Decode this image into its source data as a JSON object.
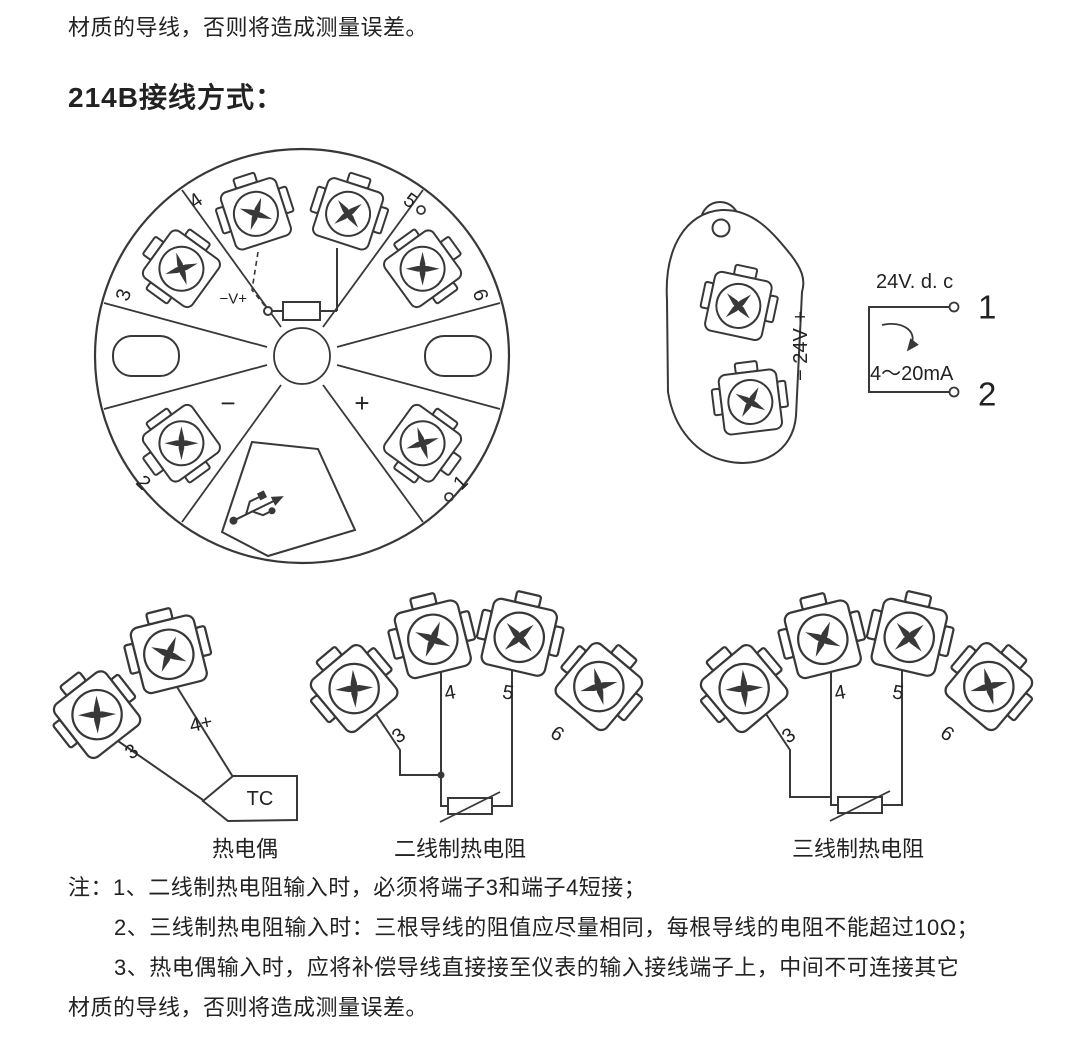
{
  "page": {
    "top_text": "材质的导线，否则将造成测量误差。",
    "heading": "214B接线方式："
  },
  "main_diagram": {
    "labels": {
      "t3": "3",
      "t4": "4",
      "t5": "5",
      "t6": "6",
      "t2": "2",
      "t1": "1"
    },
    "minus": "−",
    "plus": "+",
    "component": "−V+"
  },
  "side_diagram": {
    "polarity": "− 24V +",
    "supply": "24V. d. c",
    "terminal1": "1",
    "current": "4～20mA",
    "terminal2": "2"
  },
  "wiring_diagrams": {
    "thermocouple": {
      "t3": "3",
      "t4": "4+",
      "box": "TC",
      "caption": "热电偶"
    },
    "rtd2": {
      "t3": "3",
      "t4": "4",
      "t5": "5",
      "t6": "6",
      "caption": "二线制热电阻"
    },
    "rtd3": {
      "t3": "3",
      "t4": "4",
      "t5": "5",
      "t6": "6",
      "caption": "三线制热电阻"
    }
  },
  "notes": {
    "line1": "注：1、二线制热电阻输入时，必须将端子3和端子4短接；",
    "line2": "2、三线制热电阻输入时：三根导线的阻值应尽量相同，每根导线的电阻不能超过10Ω；",
    "line3": "3、热电偶输入时，应将补偿导线直接接至仪表的输入接线端子上，中间不可连接其它",
    "line4": "材质的导线，否则将造成测量误差。"
  },
  "icons": {
    "usb": "usb-trident"
  },
  "colors": {
    "ink": "#383838",
    "background": "#ffffff"
  }
}
